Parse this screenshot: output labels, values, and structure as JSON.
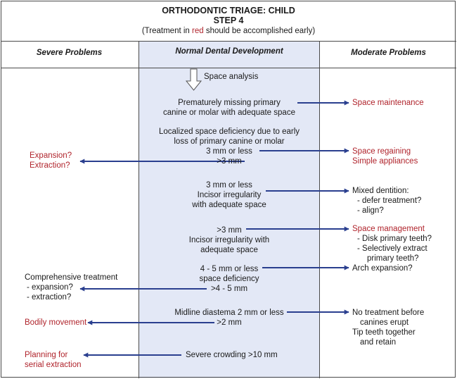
{
  "title": {
    "line1": "ORTHODONTIC TRIAGE: CHILD",
    "line2": "STEP 4",
    "line3_pre": "(Treatment in ",
    "line3_red": "red",
    "line3_post": " should be accomplished early)"
  },
  "columns": {
    "left": "Severe Problems",
    "center": "Normal Dental Development",
    "right": "Moderate Problems"
  },
  "center": {
    "space_analysis": "Space analysis",
    "missing_1": "Prematurely missing primary",
    "missing_2": "canine or molar with adequate space",
    "localized_1": "Localized space deficiency due to early",
    "localized_2": "loss of primary canine or molar",
    "localized_3": "3 mm or less",
    "localized_4": ">3 mm",
    "irreg_small_1": "3 mm or less",
    "irreg_small_2": "Incisor irregularity",
    "irreg_small_3": "with adequate space",
    "irreg_large_1": ">3 mm",
    "irreg_large_2": "Incisor irregularity with",
    "irreg_large_3": "adequate space",
    "deficiency_1": "4 - 5 mm or less",
    "deficiency_2": "space deficiency",
    "deficiency_3": ">4 - 5 mm",
    "diastema_1": "Midline diastema 2 mm or less",
    "diastema_2": ">2 mm",
    "crowding": "Severe crowding >10 mm"
  },
  "right": {
    "space_maintenance": "Space maintenance",
    "space_regaining": "Space regaining",
    "simple_appliances": "Simple appliances",
    "mixed_1": "Mixed dentition:",
    "mixed_2": "- defer treatment?",
    "mixed_3": "- align?",
    "space_management": "Space management",
    "mgmt_2": "- Disk primary teeth?",
    "mgmt_3": "- Selectively extract",
    "mgmt_4": "primary teeth?",
    "arch_expansion": "Arch expansion?",
    "no_tx_1": "No treatment before",
    "no_tx_2": "canines erupt",
    "no_tx_3": "Tip teeth together",
    "no_tx_4": "and retain"
  },
  "left": {
    "expansion": "Expansion?",
    "extraction": "Extraction?",
    "comprehensive_1": "Comprehensive treatment",
    "comprehensive_2": "- expansion?",
    "comprehensive_3": "- extraction?",
    "bodily_movement": "Bodily movement",
    "planning_1": "Planning for",
    "planning_2": "serial extraction"
  },
  "colors": {
    "red_text": "#b0242c",
    "arrow": "#2a3f8f",
    "center_fill": "#e3e8f6",
    "border": "#4a4a4a"
  }
}
